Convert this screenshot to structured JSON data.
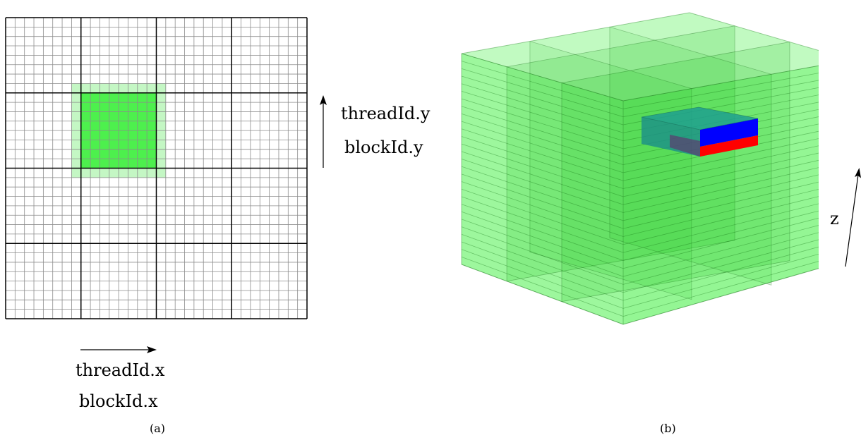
{
  "panel_a": {
    "caption": "(a)",
    "x_axis_labels": [
      "threadId.x",
      "blockId.x"
    ],
    "y_axis_labels": [
      "threadId.y",
      "blockId.y"
    ],
    "blocks_per_side": 4,
    "threads_per_block_side": 8,
    "highlight": {
      "inner_block": [
        1,
        1
      ],
      "halo_cells": 1
    },
    "colors": {
      "fine_grid": "#8c8c8c",
      "block_grid": "#000000",
      "inner": "#4df04d",
      "halo": "#c4f7c4"
    }
  },
  "panel_b": {
    "caption": "(b)",
    "z_axis_label": "z",
    "colors": {
      "volume": "#4cf04c",
      "slab_top": "#0000ff",
      "slab_bottom": "#ff0000",
      "slab_side": "#1a8f8a"
    }
  }
}
